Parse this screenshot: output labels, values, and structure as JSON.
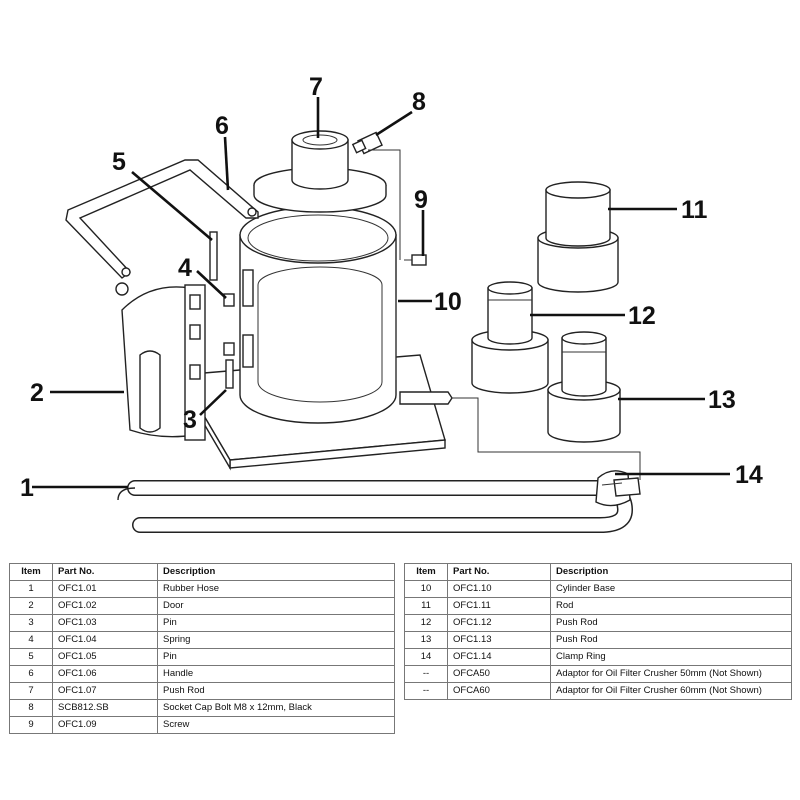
{
  "callouts": [
    "1",
    "2",
    "3",
    "4",
    "5",
    "6",
    "7",
    "8",
    "9",
    "10",
    "11",
    "12",
    "13",
    "14"
  ],
  "table": {
    "headers": {
      "item": "Item",
      "part_no": "Part No.",
      "description": "Description"
    },
    "left_rows": [
      {
        "item": "1",
        "part_no": "OFC1.01",
        "description": "Rubber Hose"
      },
      {
        "item": "2",
        "part_no": "OFC1.02",
        "description": "Door"
      },
      {
        "item": "3",
        "part_no": "OFC1.03",
        "description": "Pin"
      },
      {
        "item": "4",
        "part_no": "OFC1.04",
        "description": "Spring"
      },
      {
        "item": "5",
        "part_no": "OFC1.05",
        "description": "Pin"
      },
      {
        "item": "6",
        "part_no": "OFC1.06",
        "description": "Handle"
      },
      {
        "item": "7",
        "part_no": "OFC1.07",
        "description": "Push Rod"
      },
      {
        "item": "8",
        "part_no": "SCB812.SB",
        "description": "Socket Cap Bolt M8 x 12mm, Black"
      },
      {
        "item": "9",
        "part_no": "OFC1.09",
        "description": "Screw"
      }
    ],
    "right_rows": [
      {
        "item": "10",
        "part_no": "OFC1.10",
        "description": "Cylinder Base"
      },
      {
        "item": "11",
        "part_no": "OFC1.11",
        "description": "Rod"
      },
      {
        "item": "12",
        "part_no": "OFC1.12",
        "description": "Push Rod"
      },
      {
        "item": "13",
        "part_no": "OFC1.13",
        "description": "Push Rod"
      },
      {
        "item": "14",
        "part_no": "OFC1.14",
        "description": "Clamp Ring"
      },
      {
        "item": "--",
        "part_no": "OFCA50",
        "description": "Adaptor for Oil Filter Crusher 50mm (Not Shown)"
      },
      {
        "item": "--",
        "part_no": "OFCA60",
        "description": "Adaptor for Oil Filter Crusher 60mm (Not Shown)"
      }
    ]
  }
}
